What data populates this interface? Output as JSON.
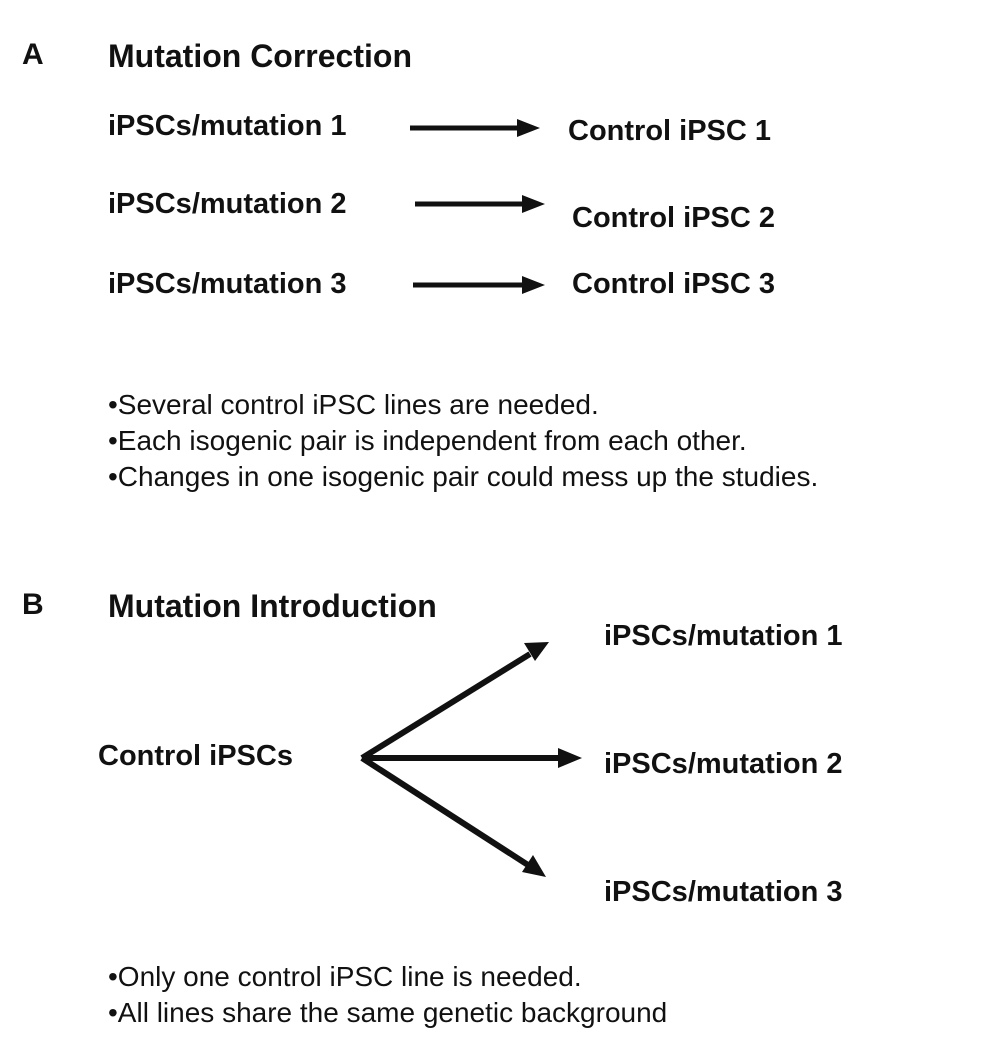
{
  "panel_a": {
    "letter": "A",
    "heading": "Mutation Correction",
    "rows": [
      {
        "source": "iPSCs/mutation 1",
        "target": "Control iPSC 1"
      },
      {
        "source": "iPSCs/mutation 2",
        "target": "Control iPSC 2"
      },
      {
        "source": "iPSCs/mutation 3",
        "target": "Control iPSC 3"
      }
    ],
    "notes": [
      "•Several control iPSC lines are needed.",
      "•Each isogenic pair is independent  from each other.",
      "•Changes in one isogenic pair could mess up the studies."
    ]
  },
  "panel_b": {
    "letter": "B",
    "heading": "Mutation Introduction",
    "source": "Control iPSCs",
    "targets": [
      "iPSCs/mutation 1",
      "iPSCs/mutation 2",
      "iPSCs/mutation 3"
    ],
    "notes": [
      "•Only one control iPSC line is needed.",
      "•All lines share the same genetic background"
    ]
  }
}
